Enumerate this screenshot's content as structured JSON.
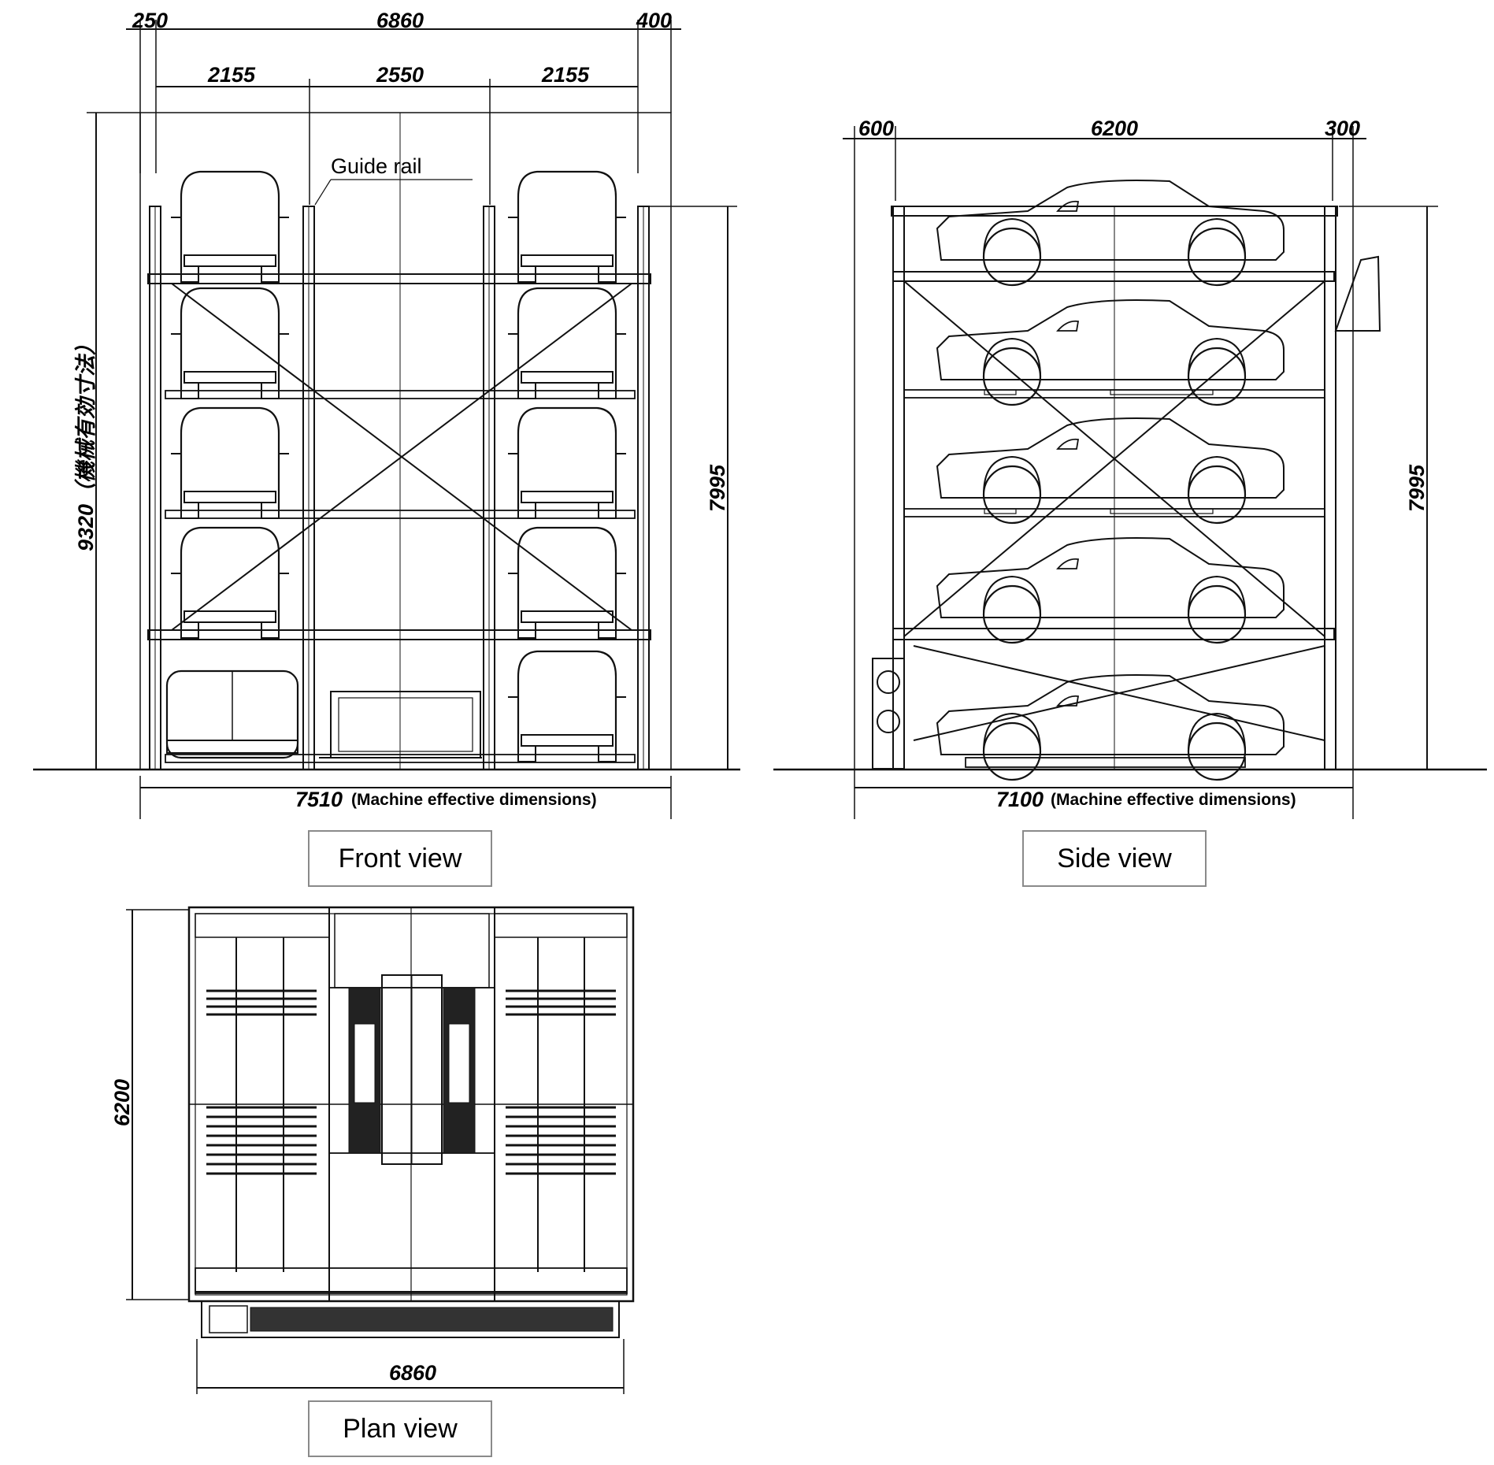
{
  "front_view": {
    "label": "Front view",
    "dim_top": [
      "250",
      "6860",
      "400"
    ],
    "dim_bays": [
      "2155",
      "2550",
      "2155"
    ],
    "height_total": "9320（機械有効寸法）",
    "height_inner": "7995",
    "width_total": "7510",
    "width_note": "(Machine effective dimensions)",
    "callout": "Guide rail"
  },
  "side_view": {
    "label": "Side view",
    "dim_top": [
      "600",
      "6200",
      "300"
    ],
    "height_inner": "7995",
    "width_total": "7100",
    "width_note": "(Machine effective dimensions)"
  },
  "plan_view": {
    "label": "Plan view",
    "depth": "6200",
    "width": "6860"
  }
}
